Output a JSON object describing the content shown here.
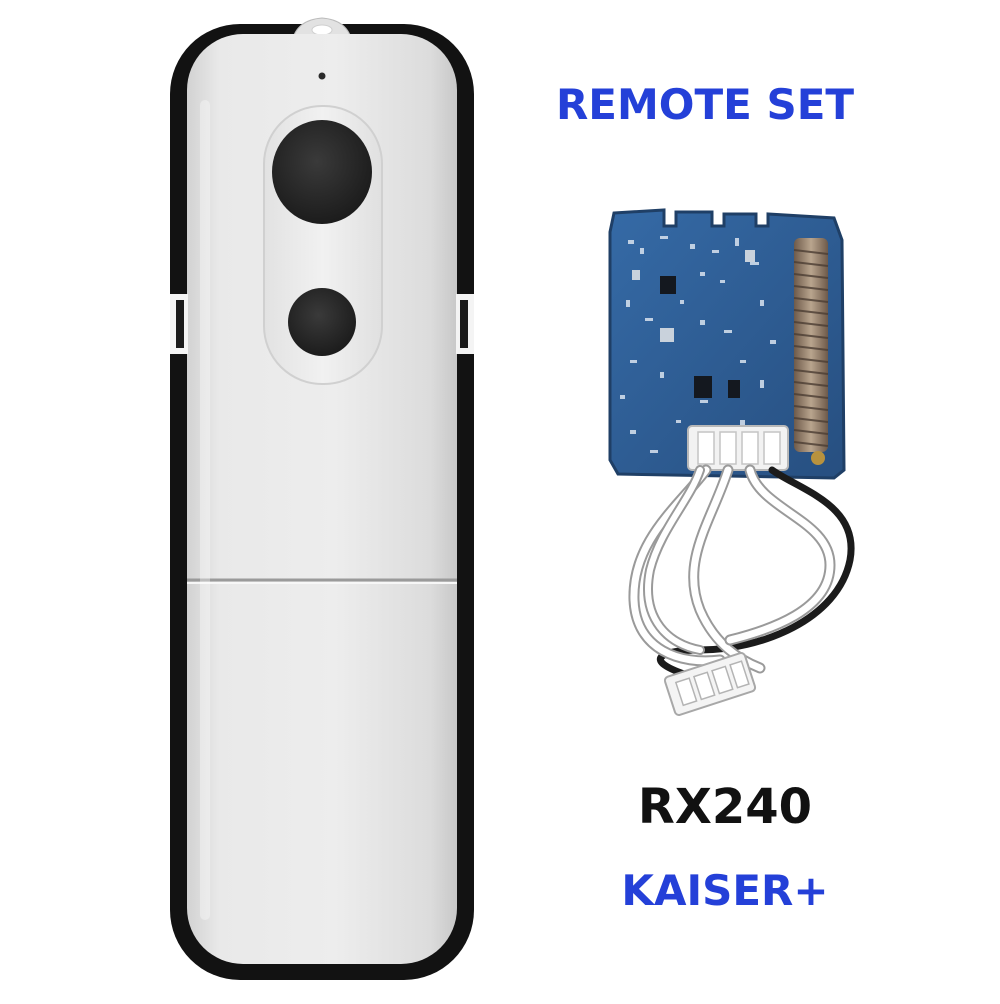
{
  "product": {
    "title": "REMOTE SET",
    "model": "RX240",
    "brand": "KAISER+"
  },
  "colors": {
    "title_blue": "#2440d8",
    "model_black": "#111111",
    "remote_body": "#e4e4e4",
    "remote_shell": "#111111",
    "pcb_blue": "#2e5c93",
    "button_dark": "#262626"
  },
  "objects": {
    "left": "white-remote-control",
    "right": "rf-receiver-module-with-cable"
  }
}
